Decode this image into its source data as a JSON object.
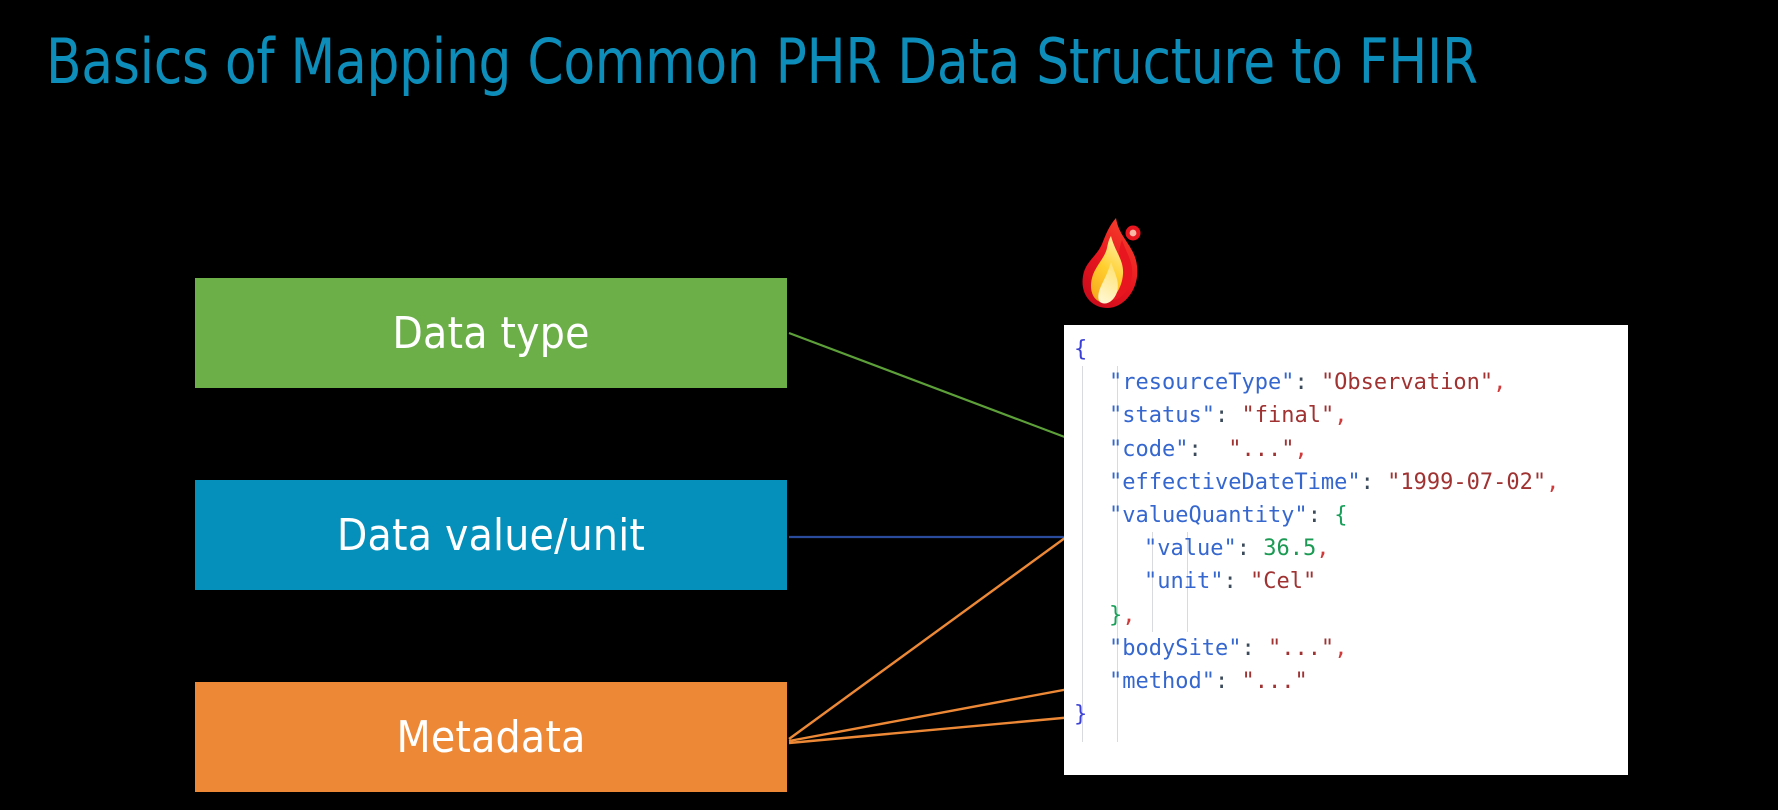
{
  "slide": {
    "title": "Basics of Mapping Common PHR Data Structure to FHIR",
    "background_color": "#000000",
    "title_color": "#0d8db9"
  },
  "concept_boxes": [
    {
      "id": "data-type",
      "label": "Data type",
      "color": "#6cae47",
      "text_color": "#ffffff"
    },
    {
      "id": "data-value",
      "label": "Data value/unit",
      "color": "#0490bb",
      "text_color": "#ffffff"
    },
    {
      "id": "metadata",
      "label": "Metadata",
      "color": "#ed8936",
      "text_color": "#ffffff"
    }
  ],
  "logo": {
    "name": "fhir-flame-logo",
    "colors": [
      "#e02020",
      "#ffb300",
      "#fff3c4"
    ]
  },
  "connectors": [
    {
      "from": "data-type",
      "to": "code",
      "color": "#6cae47"
    },
    {
      "from": "data-value",
      "to": "valueQuantity",
      "color": "#2a4a9c"
    },
    {
      "from": "metadata",
      "to": "effectiveDateTime",
      "color": "#ed8936"
    },
    {
      "from": "metadata",
      "to": "bodySite",
      "color": "#ed8936"
    },
    {
      "from": "metadata",
      "to": "method",
      "color": "#ed8936"
    }
  ],
  "json_panel": {
    "background": "#ffffff",
    "lines": [
      {
        "indent": 0,
        "tokens": [
          {
            "t": "{",
            "c": "brace"
          }
        ]
      },
      {
        "indent": 1,
        "tokens": [
          {
            "t": "\"resourceType\"",
            "c": "key"
          },
          {
            "t": ": ",
            "c": "punc"
          },
          {
            "t": "\"Observation\"",
            "c": "str"
          },
          {
            "t": ",",
            "c": "comma"
          }
        ]
      },
      {
        "indent": 1,
        "tokens": [
          {
            "t": "\"status\"",
            "c": "key"
          },
          {
            "t": ": ",
            "c": "punc"
          },
          {
            "t": "\"final\"",
            "c": "str"
          },
          {
            "t": ",",
            "c": "comma"
          }
        ]
      },
      {
        "indent": 1,
        "tokens": [
          {
            "t": "\"code\"",
            "c": "key"
          },
          {
            "t": ":  ",
            "c": "punc"
          },
          {
            "t": "\"...\"",
            "c": "str"
          },
          {
            "t": ",",
            "c": "comma"
          }
        ]
      },
      {
        "indent": 1,
        "tokens": [
          {
            "t": "\"effectiveDateTime\"",
            "c": "key"
          },
          {
            "t": ": ",
            "c": "punc"
          },
          {
            "t": "\"1999-07-02\"",
            "c": "str"
          },
          {
            "t": ",",
            "c": "comma"
          }
        ]
      },
      {
        "indent": 1,
        "tokens": [
          {
            "t": "\"valueQuantity\"",
            "c": "key"
          },
          {
            "t": ": ",
            "c": "punc"
          },
          {
            "t": "{",
            "c": "brace2"
          }
        ]
      },
      {
        "indent": 2,
        "tokens": [
          {
            "t": "\"value\"",
            "c": "key"
          },
          {
            "t": ": ",
            "c": "punc"
          },
          {
            "t": "36.5",
            "c": "num"
          },
          {
            "t": ",",
            "c": "comma"
          }
        ]
      },
      {
        "indent": 2,
        "tokens": [
          {
            "t": "\"unit\"",
            "c": "key"
          },
          {
            "t": ": ",
            "c": "punc"
          },
          {
            "t": "\"Cel\"",
            "c": "str"
          }
        ]
      },
      {
        "indent": 1,
        "tokens": [
          {
            "t": "}",
            "c": "brace2"
          },
          {
            "t": ",",
            "c": "comma"
          }
        ]
      },
      {
        "indent": 1,
        "tokens": [
          {
            "t": "\"bodySite\"",
            "c": "key"
          },
          {
            "t": ": ",
            "c": "punc"
          },
          {
            "t": "\"...\"",
            "c": "str"
          },
          {
            "t": ",",
            "c": "comma"
          }
        ]
      },
      {
        "indent": 1,
        "tokens": [
          {
            "t": "\"method\"",
            "c": "key"
          },
          {
            "t": ": ",
            "c": "punc"
          },
          {
            "t": "\"...\"",
            "c": "str"
          }
        ]
      },
      {
        "indent": 0,
        "tokens": [
          {
            "t": "}",
            "c": "brace"
          }
        ]
      }
    ]
  }
}
